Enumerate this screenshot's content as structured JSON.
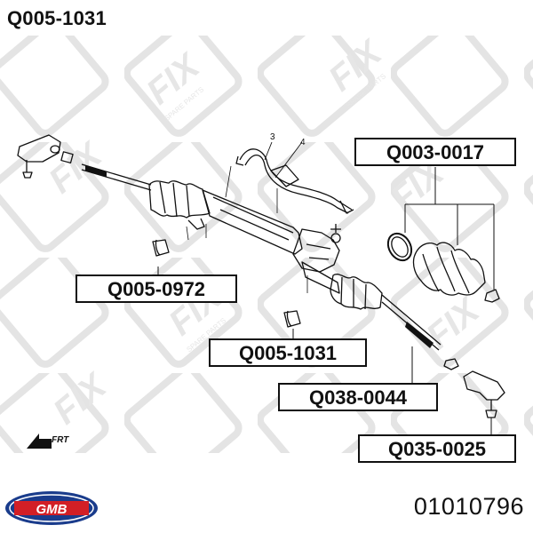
{
  "header": {
    "title": "Q005-1031"
  },
  "watermark": {
    "brand": "FIX",
    "tagline": "SPARE PARTS"
  },
  "callouts": [
    {
      "label": "Q003-0017"
    },
    {
      "label": "Q005-0972"
    },
    {
      "label": "Q005-1031"
    },
    {
      "label": "Q038-0044"
    },
    {
      "label": "Q035-0025"
    }
  ],
  "diagram_numbers": {
    "n3": "3",
    "n4": "4"
  },
  "orientation": {
    "label": "FRT"
  },
  "footer": {
    "logo_text": "GMB",
    "part_number": "01010796"
  },
  "colors": {
    "ink": "#111111",
    "watermark": "#e3e3e3",
    "logo_blue": "#1a3c8c",
    "logo_red": "#d21f26"
  }
}
